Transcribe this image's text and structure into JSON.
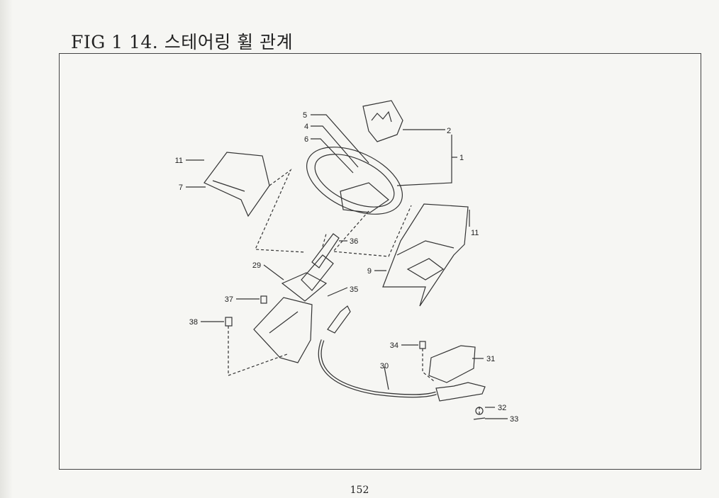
{
  "header": {
    "title": "FIG 1 14. 스테어링 휠 관계"
  },
  "diagram": {
    "callouts": [
      "5",
      "4",
      "6",
      "2",
      "1",
      "11",
      "7",
      "36",
      "11",
      "9",
      "29",
      "35",
      "37",
      "38",
      "34",
      "31",
      "30",
      "32",
      "33"
    ]
  },
  "footer": {
    "page_number": "152"
  }
}
